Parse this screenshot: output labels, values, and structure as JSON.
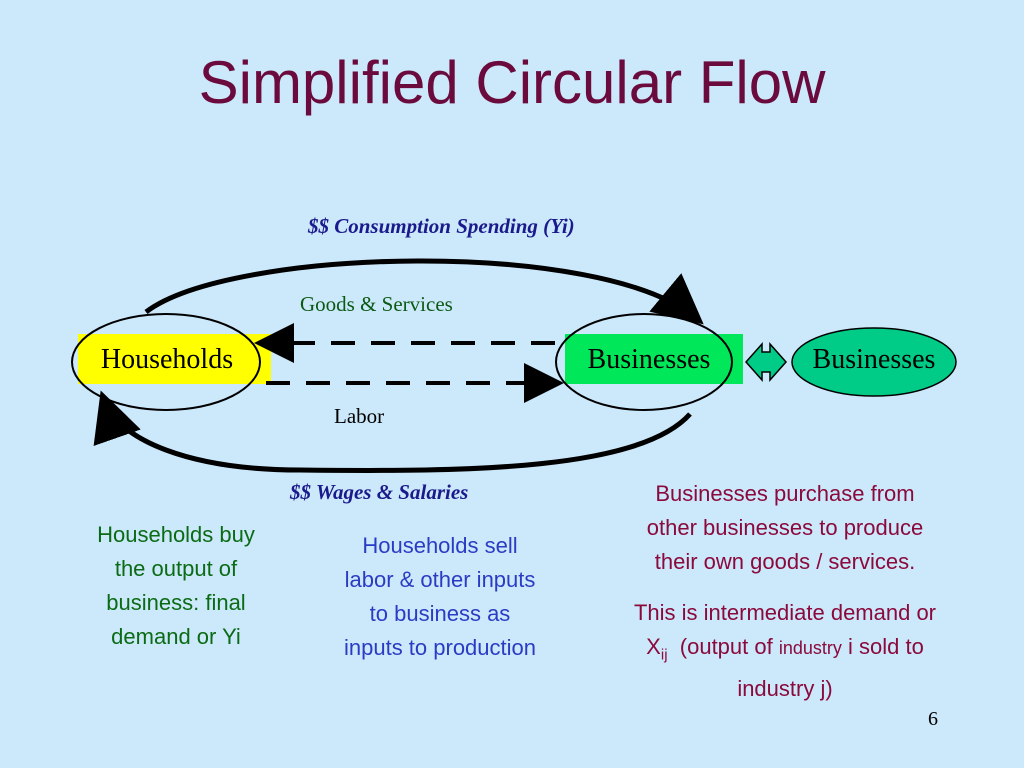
{
  "slide": {
    "title": "Simplified Circular Flow",
    "page_number": "6"
  },
  "diagram": {
    "households_label": "Households",
    "businesses_label": "Businesses",
    "other_businesses_label": "Businesses",
    "top_flow_label": "$$ Consumption Spending (Yi)",
    "goods_label": "Goods & Services",
    "labor_label": "Labor",
    "bottom_flow_label": "$$ Wages & Salaries"
  },
  "notes": {
    "households_buy": [
      "Households buy",
      "the output of",
      "business: final",
      "demand or Yi"
    ],
    "households_sell": [
      "Households sell",
      "labor & other inputs",
      "to business as",
      "inputs to production"
    ],
    "businesses_purchase": [
      "Businesses purchase from",
      "other businesses to produce",
      "their own goods / services."
    ],
    "intermediate": {
      "line1": "This is intermediate demand or",
      "x_main": "X",
      "x_sub": "ij",
      "line2_rest": "(output of",
      "industry_word": "industry",
      "line2_tail": "i sold to",
      "line3": "industry j)"
    }
  },
  "colors": {
    "background": "#cce8fb",
    "title": "#6b0a3c",
    "households_fill": "#ffff00",
    "businesses_fill": "#00e85a",
    "other_businesses_fill": "#00cc88",
    "flow_label_blue": "#1a1a8c",
    "goods_label_green": "#0b5a14",
    "note_green": "#0b6b14",
    "note_blue": "#2b3cc4",
    "note_maroon": "#8b0a3c"
  }
}
